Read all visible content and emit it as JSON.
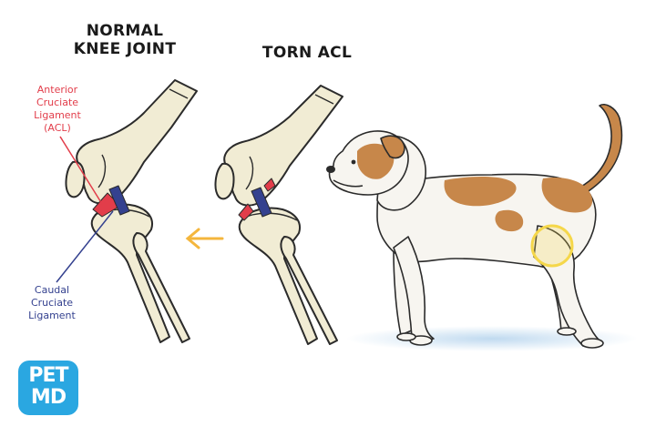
{
  "headings": {
    "normal_line1": "NORMAL",
    "normal_line2": "KNEE JOINT",
    "torn": "TORN ACL"
  },
  "labels": {
    "acl": [
      "Anterior",
      "Cruciate",
      "Ligament",
      "(ACL)"
    ],
    "ccl": [
      "Caudal",
      "Cruciate",
      "Ligament"
    ]
  },
  "logo": {
    "line1": "PET",
    "line2": "MD"
  },
  "colors": {
    "bone": "#f1ecd4",
    "outline": "#2b2b2b",
    "acl_red": "#e23d4a",
    "ccl_blue": "#34418f",
    "arrow_yellow": "#f4b63c",
    "dog_tan": "#c7874a",
    "highlight_circle": "#f5d74a",
    "logo_blue": "#2aa7e1"
  }
}
